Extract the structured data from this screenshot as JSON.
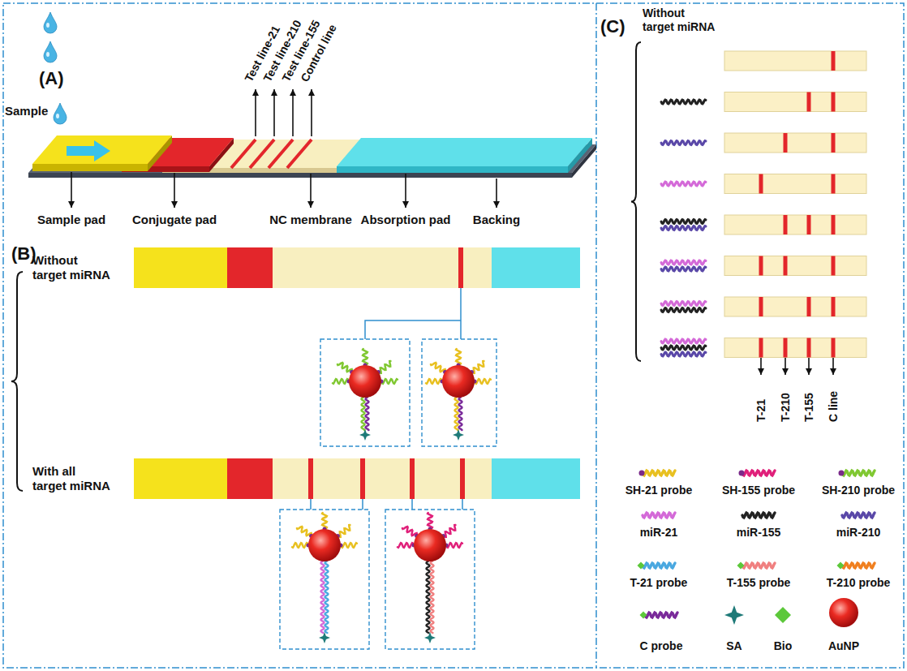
{
  "diagram": {
    "labels": [
      "(A)",
      "Sample",
      "Test line-21",
      "Test line-210",
      "Test line-155",
      "Control line",
      "Sample pad",
      "Conjugate pad",
      "NC membrane",
      "Absorption pad",
      "Backing",
      "(B)",
      "Without target miRNA",
      "With all target miRNA",
      "(C)",
      "Without target miRNA",
      "T-21",
      "T-210",
      "T-155",
      "C line"
    ],
    "legend": [
      {
        "text": "SH-21 probe"
      },
      {
        "text": "SH-155 probe"
      },
      {
        "text": "SH-210 probe"
      },
      {
        "text": "miR-21"
      },
      {
        "text": "miR-155"
      },
      {
        "text": "miR-210"
      },
      {
        "text": "T-21 probe"
      },
      {
        "text": "T-155 probe"
      },
      {
        "text": "T-210 probe"
      },
      {
        "text": "C probe"
      },
      {
        "text": "SA"
      },
      {
        "text": "Bio"
      },
      {
        "text": "AuNP"
      }
    ]
  }
}
